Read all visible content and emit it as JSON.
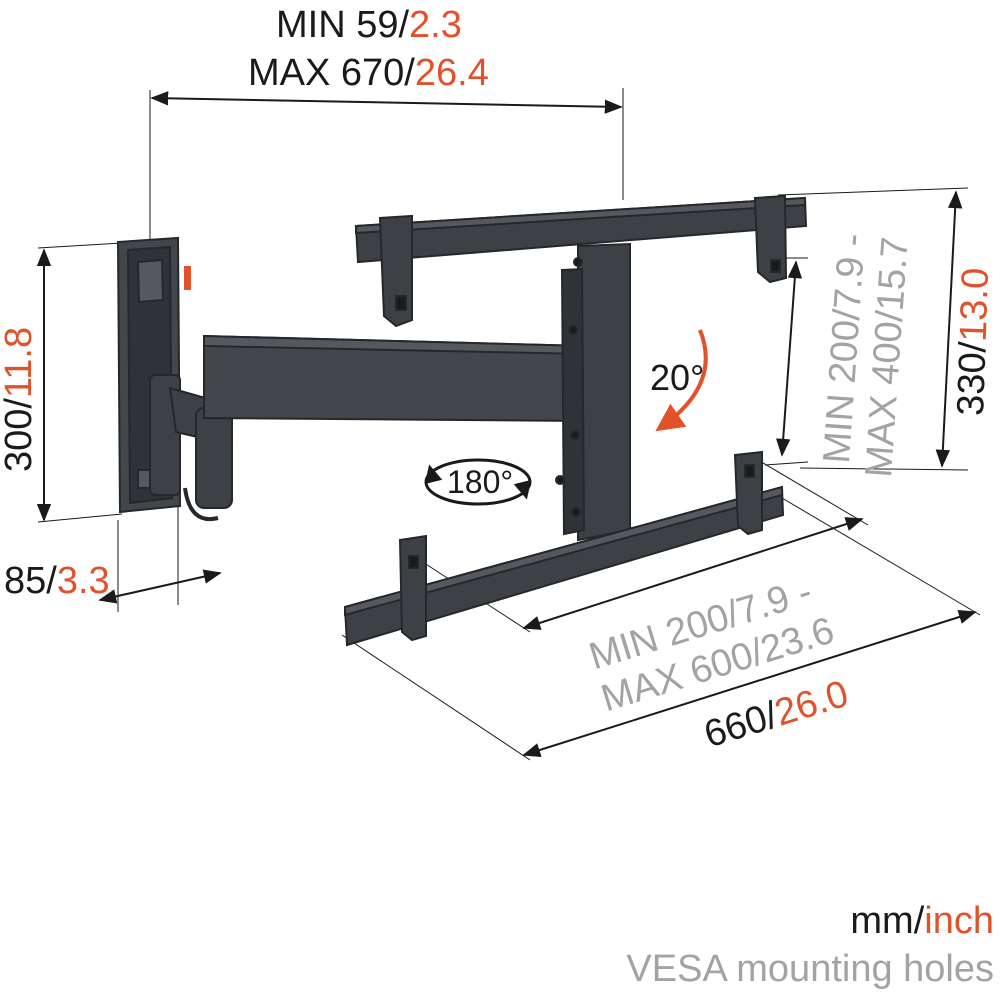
{
  "colors": {
    "dark_text": "#1a1a1a",
    "inch_accent": "#e2522a",
    "vesa_grey": "#a3a3a3",
    "mount_body": "#3d4045",
    "mount_edge": "#25272b",
    "dimension_line": "#1a1a1a"
  },
  "dimensions": {
    "extension": {
      "min_mm": "MIN 59/",
      "min_in": "2.3",
      "max_mm": "MAX 670/",
      "max_in": "26.4"
    },
    "wall_plate_height": {
      "mm": "300/",
      "in": "11.8"
    },
    "wall_plate_depth": {
      "mm": "85/",
      "in": "3.3"
    },
    "vesa_vertical": {
      "line1_mm": "MIN 200/",
      "line1_in": "7.9 -",
      "line2_mm": "MAX 400/",
      "line2_in": "15.7"
    },
    "bracket_height": {
      "mm": "330/",
      "in": "13.0"
    },
    "vesa_horizontal": {
      "line1_mm": "MIN 200/",
      "line1_in": "7.9 -",
      "line2_mm": "MAX 600/",
      "line2_in": "23.6"
    },
    "bracket_width": {
      "mm": "660/",
      "in": "26.0"
    }
  },
  "rotation": {
    "tilt": "20°",
    "swivel": "180°"
  },
  "legend": {
    "units_mm": "mm/",
    "units_inch": "inch",
    "vesa_note": "VESA mounting holes"
  },
  "icons": {
    "tilt_arrow": "curved-arrow-icon",
    "swivel_arrow": "circular-arrow-icon"
  }
}
